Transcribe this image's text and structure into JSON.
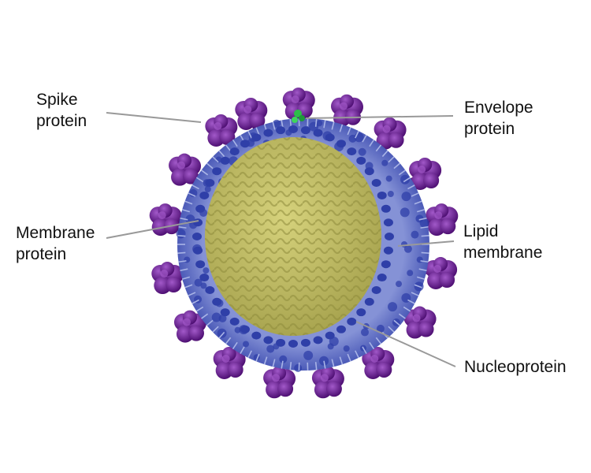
{
  "labels": {
    "spike": [
      "Spike",
      "protein"
    ],
    "envelope": [
      "Envelope",
      "protein"
    ],
    "membrane": [
      "Membrane",
      "protein"
    ],
    "lipid": [
      "Lipid",
      "membrane"
    ],
    "nucleo": [
      "Nucleoprotein"
    ]
  },
  "colors": {
    "spike": "#7a1fa6",
    "spike_dark": "#4e0f73",
    "spike_light": "#a259c9",
    "membrane_protein": "#2f3fa8",
    "lipid": "#6f7fcf",
    "lipid_light": "#a9b4e6",
    "nucleoprotein": "#c8c46a",
    "nucleoprotein_dark": "#8f8c3c",
    "envelope_protein": "#2dbd4a",
    "leader_line": "#999999"
  }
}
